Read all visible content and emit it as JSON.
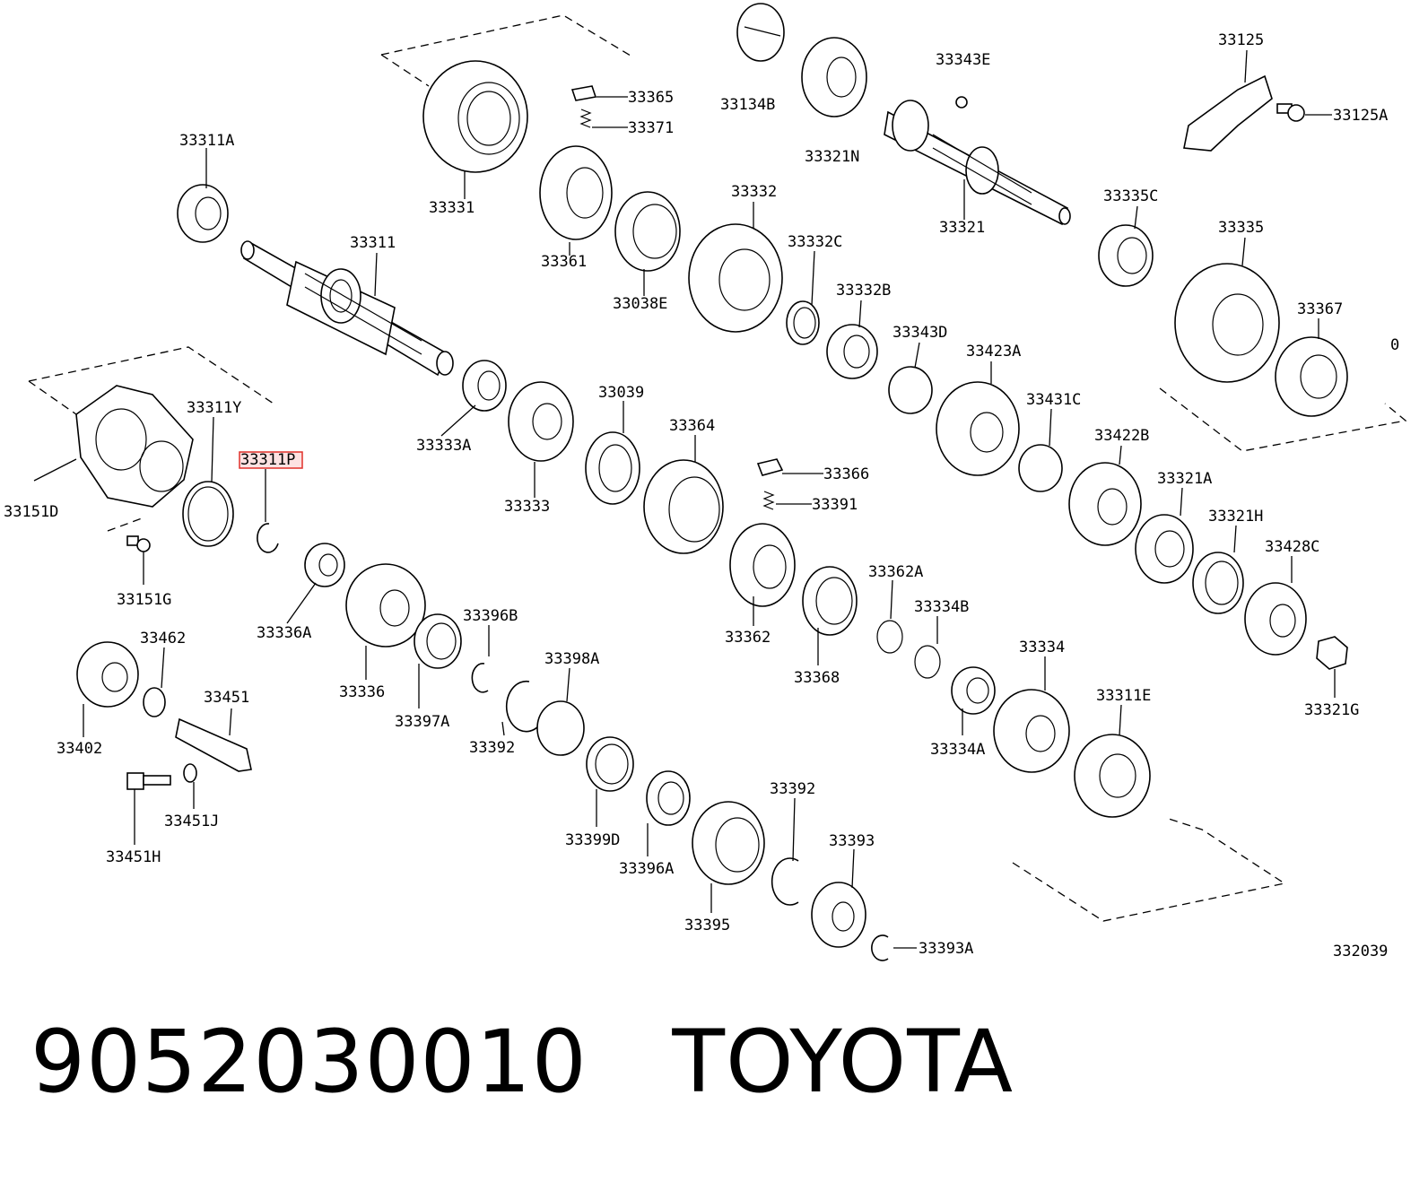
{
  "caption": {
    "part_number": "9052030010",
    "brand": "TOYOTA"
  },
  "highlighted_callout": "33311P",
  "figure_code": "332039",
  "edge_mark": "0",
  "callouts": [
    "33311A",
    "33331",
    "33365",
    "33371",
    "33134B",
    "33321N",
    "33343E",
    "33125",
    "33125A",
    "33311",
    "33361",
    "33038E",
    "33332",
    "33332C",
    "33321",
    "33335C",
    "33335",
    "33332B",
    "33343D",
    "33423A",
    "33367",
    "33311Y",
    "33311P",
    "33333A",
    "33039",
    "33364",
    "33366",
    "33391",
    "33431C",
    "33422B",
    "33321A",
    "33151D",
    "33151G",
    "33333",
    "33321H",
    "33428C",
    "33362A",
    "33334B",
    "33462",
    "33336A",
    "33396B",
    "33398A",
    "33362",
    "33368",
    "33334",
    "33311E",
    "33451",
    "33402",
    "33336",
    "33397A",
    "33392",
    "33334A",
    "33321G",
    "33451J",
    "33451H",
    "33399D",
    "33392",
    "33393",
    "33396A",
    "33395",
    "33393A"
  ]
}
